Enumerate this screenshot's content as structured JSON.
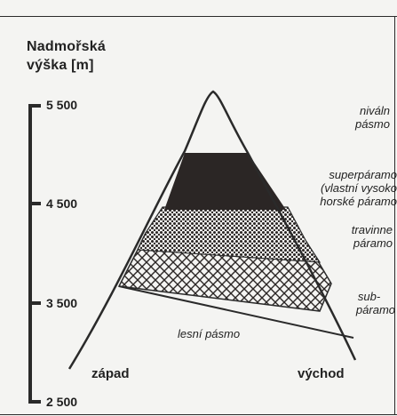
{
  "axis": {
    "title_line1": "Nadmořská",
    "title_line2": "výška [m]",
    "ticks": [
      "5 500",
      "4 500",
      "3 500",
      "2 500"
    ]
  },
  "zones": {
    "nival_line1": "niváln",
    "nival_line2": "pásmo",
    "super_line1": "superpáramo",
    "super_line2": "(vlastní vysoko",
    "super_line3": "horské páramo",
    "grass_line1": "travinne",
    "grass_line2": "páramo",
    "sub_line1": "sub-",
    "sub_line2": "páramo",
    "forest": "lesní pásmo"
  },
  "directions": {
    "west": "západ",
    "east": "východ"
  },
  "colors": {
    "ink": "#222222",
    "background": "#f4f4f2",
    "superparamo_fill": "#2b2625"
  }
}
